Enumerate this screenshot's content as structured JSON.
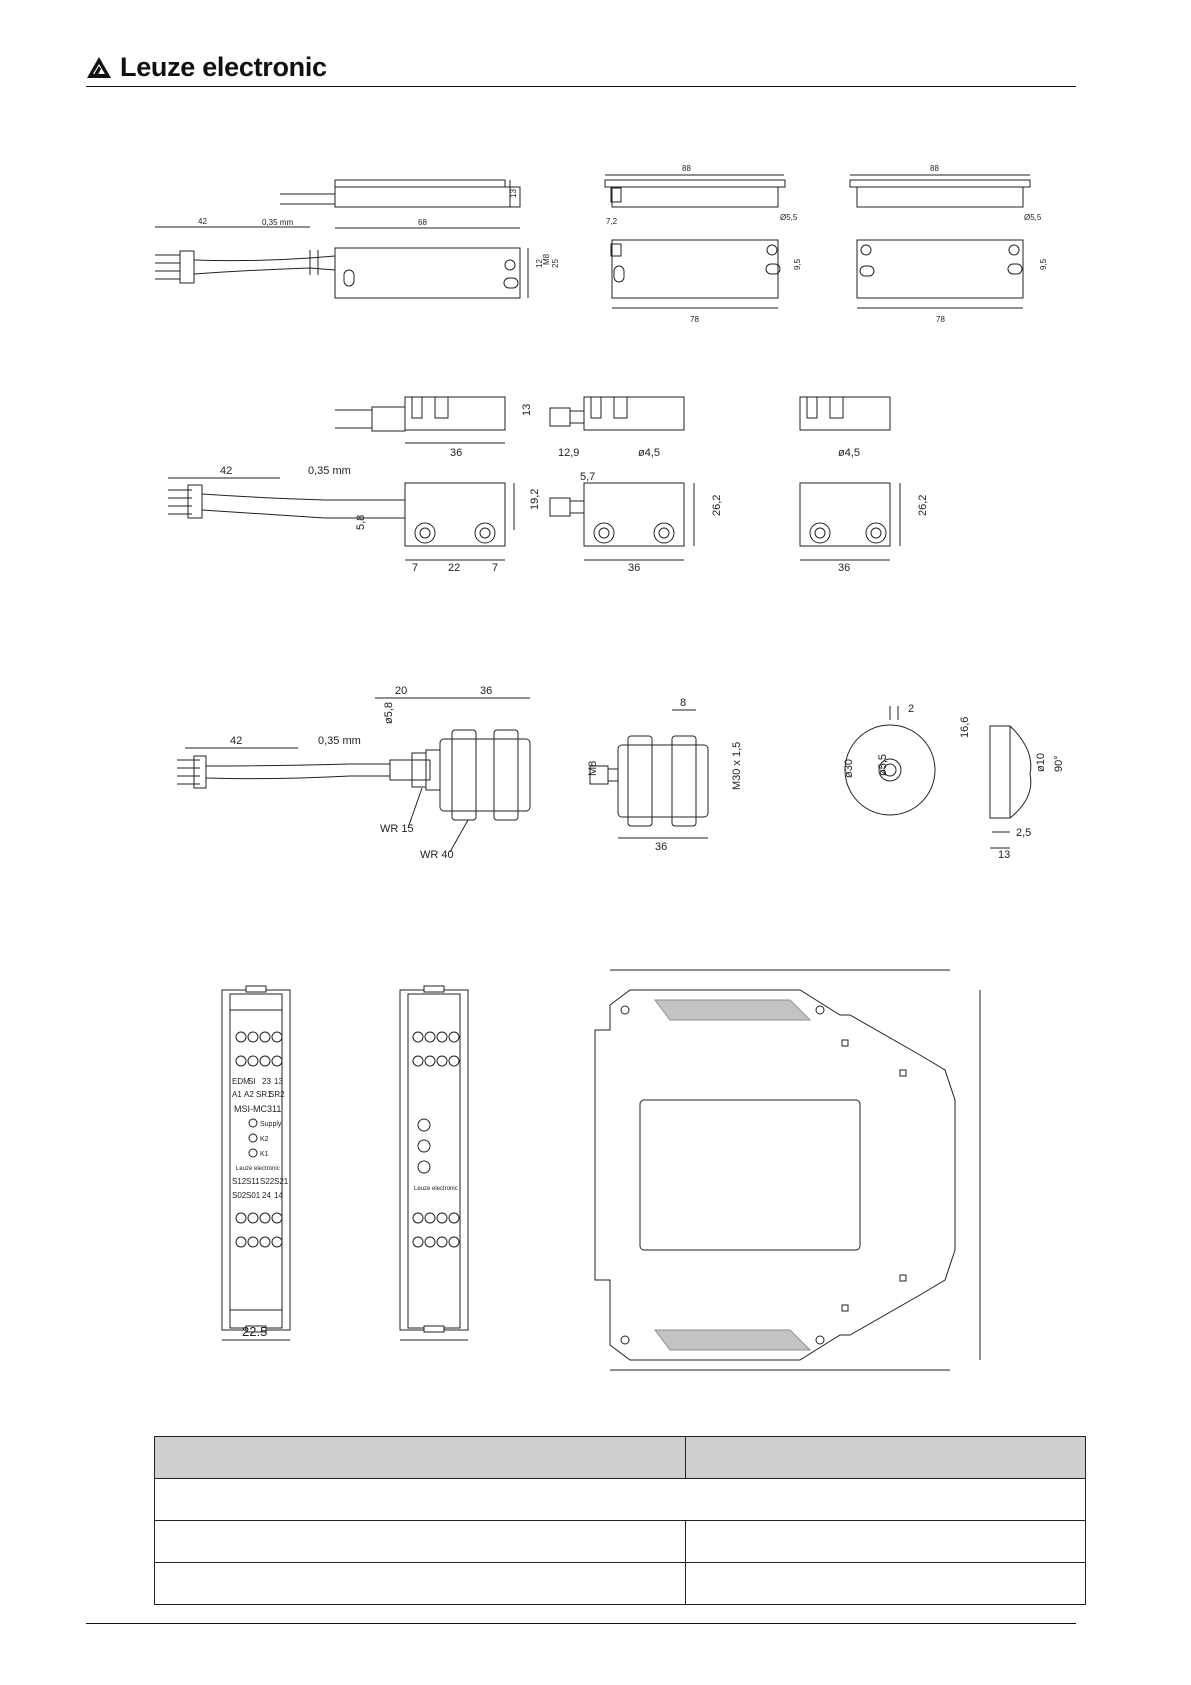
{
  "header": {
    "brand": "Leuze electronic"
  },
  "drawing1": {
    "cable_len": "42",
    "wire": "0,35 mm",
    "len68": "68",
    "h13": "13",
    "h12": "12",
    "h25": "25",
    "len88a": "88",
    "len88b": "88",
    "m8": "M8",
    "d72": "7,2",
    "hole55a": "Ø5,5",
    "hole55b": "Ø5,5",
    "h95a": "9,5",
    "h95b": "9,5",
    "len78a": "78",
    "len78b": "78"
  },
  "drawing2": {
    "cable_len": "42",
    "wire": "0,35 mm",
    "h13a": "13",
    "w36a": "36",
    "d129": "12,9",
    "hole45a": "ø4,5",
    "hole45b": "ø4,5",
    "d57": "5,7",
    "h192": "19,2",
    "h58": "5,8",
    "w7a": "7",
    "w22": "22",
    "w7b": "7",
    "h262a": "26,2",
    "h262b": "26,2",
    "w36b": "36",
    "w36c": "36"
  },
  "drawing3": {
    "cable_len": "42",
    "wire": "0,35 mm",
    "d58": "ø5,8",
    "w20": "20",
    "w36a": "36",
    "wr15": "WR 15",
    "wr40": "WR 40",
    "w8": "8",
    "m8": "M8",
    "m30": "M30 x 1,5",
    "w36b": "36",
    "d30": "ø30",
    "d55": "ø5,5",
    "d2": "2",
    "d166": "16,6",
    "d10": "ø10",
    "deg90": "90°",
    "d25": "2,5",
    "d13": "13"
  },
  "drawing4": {
    "device_name": "MSI-MC311",
    "row1": [
      "EDM",
      "SI",
      "23",
      "13"
    ],
    "row2": [
      "A1",
      "A2",
      "SR1",
      "SR2"
    ],
    "led1": "Supply",
    "led2": "K2",
    "led3": "K1",
    "brand_small": "Leuze electronic",
    "row3": [
      "S12",
      "S11",
      "S22",
      "S21"
    ],
    "row4": [
      "S02",
      "S01",
      "24",
      "14"
    ],
    "brand_small2": "Leuze electronic",
    "width": "22.5"
  },
  "table": {
    "header": [
      "",
      ""
    ],
    "row1": [
      ""
    ],
    "row2": [
      "",
      ""
    ],
    "row3": [
      "",
      ""
    ]
  }
}
